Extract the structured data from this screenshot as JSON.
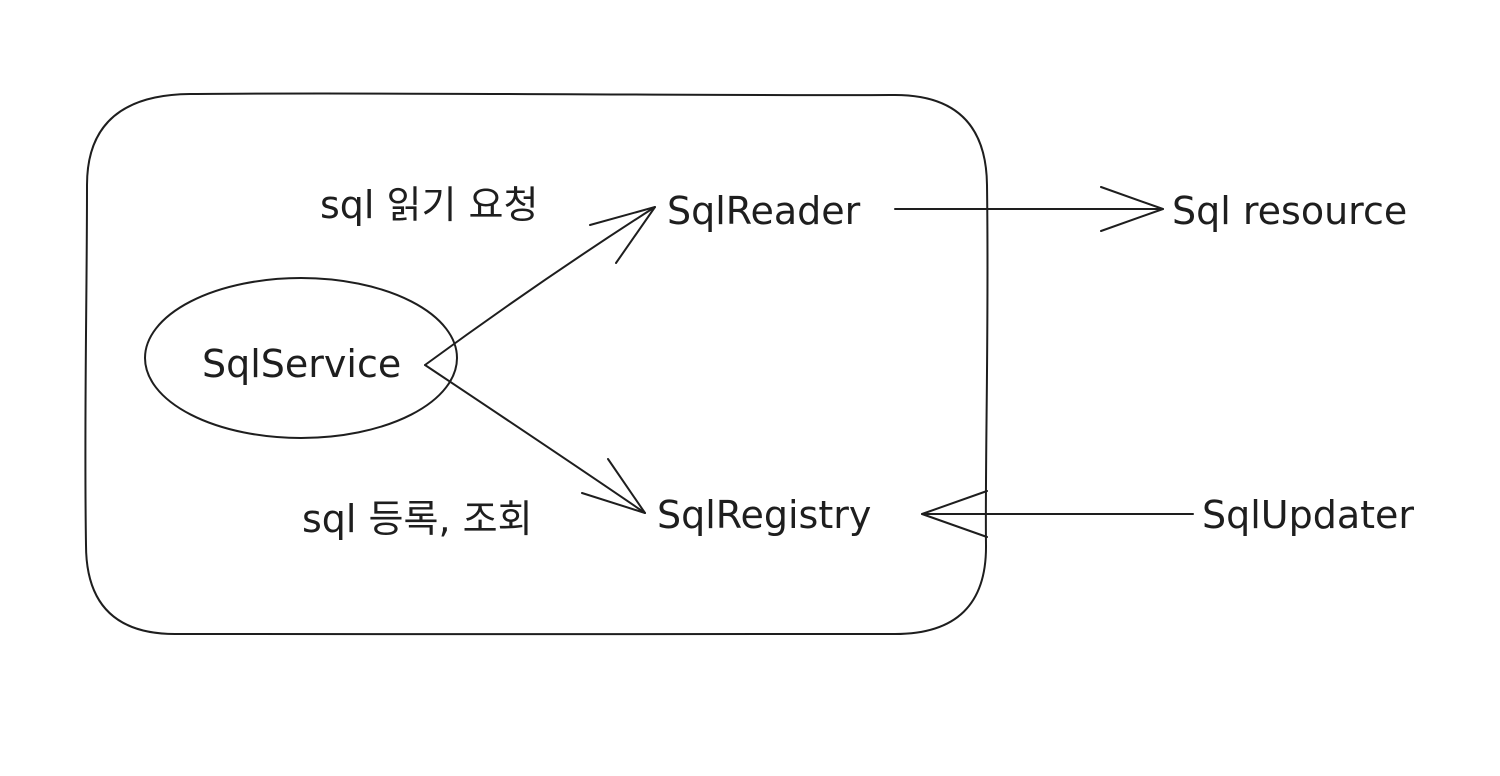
{
  "diagram": {
    "nodes": {
      "sql_service": "SqlService",
      "sql_reader": "SqlReader",
      "sql_registry": "SqlRegistry",
      "sql_resource": "Sql resource",
      "sql_updater": "SqlUpdater"
    },
    "edges": {
      "read_request": "sql 읽기 요청",
      "register_lookup": "sql 등록, 조회"
    },
    "stroke_color": "#1e1e1e",
    "background_color": "#ffffff"
  }
}
